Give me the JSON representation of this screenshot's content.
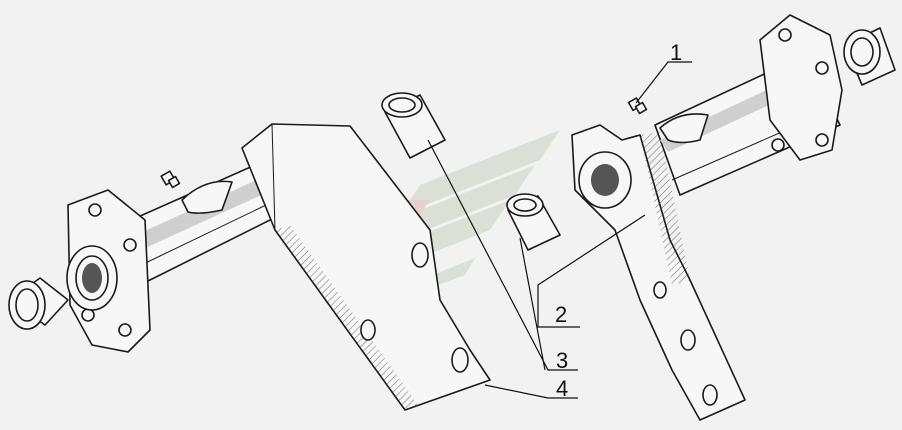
{
  "callouts": [
    {
      "id": "1",
      "label": "1"
    },
    {
      "id": "2",
      "label": "2"
    },
    {
      "id": "3",
      "label": "3"
    },
    {
      "id": "4",
      "label": "4"
    }
  ],
  "watermark_color": "#b8c9b0",
  "watermark_red": "#d6a0a0"
}
